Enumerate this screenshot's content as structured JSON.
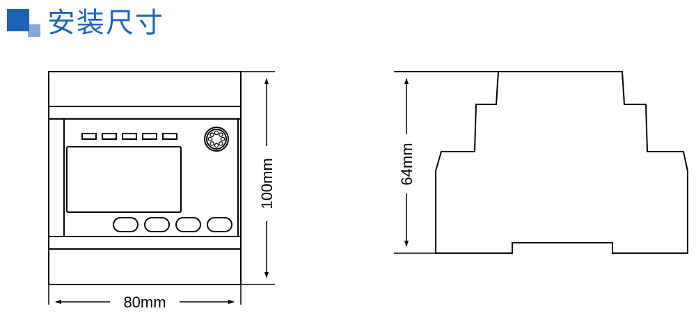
{
  "page": {
    "title": "安装尺寸"
  },
  "colors": {
    "accent": "#1d63b5",
    "line": "#000000"
  },
  "front_view": {
    "width_label": "80mm",
    "height_label": "100mm",
    "indicator_count": 5,
    "button_count": 4
  },
  "side_view": {
    "depth_label": "64mm"
  }
}
